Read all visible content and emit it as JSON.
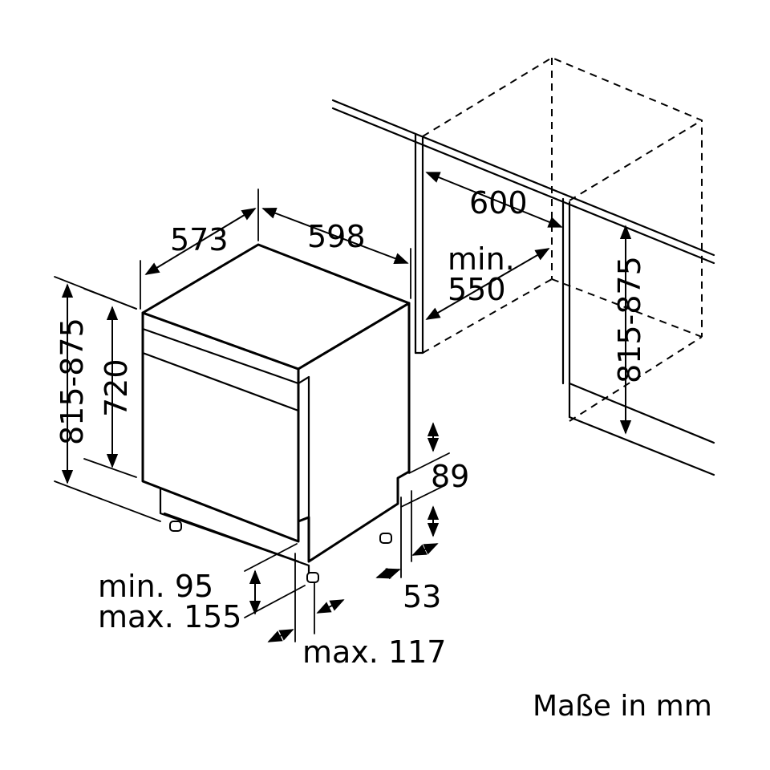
{
  "diagram": {
    "dimensions": {
      "depth": "573",
      "width": "598",
      "niche_width": "600",
      "niche_min_line1": "min.",
      "niche_min_line2": "550",
      "total_height_left": "815-875",
      "body_height": "720",
      "niche_height": "815-875",
      "plinth_height": "89",
      "foot_offset": "53",
      "plinth_min": "min. 95",
      "plinth_max": "max. 155",
      "plinth_depth_max": "max. 117"
    },
    "units_note": "Maße in mm"
  }
}
